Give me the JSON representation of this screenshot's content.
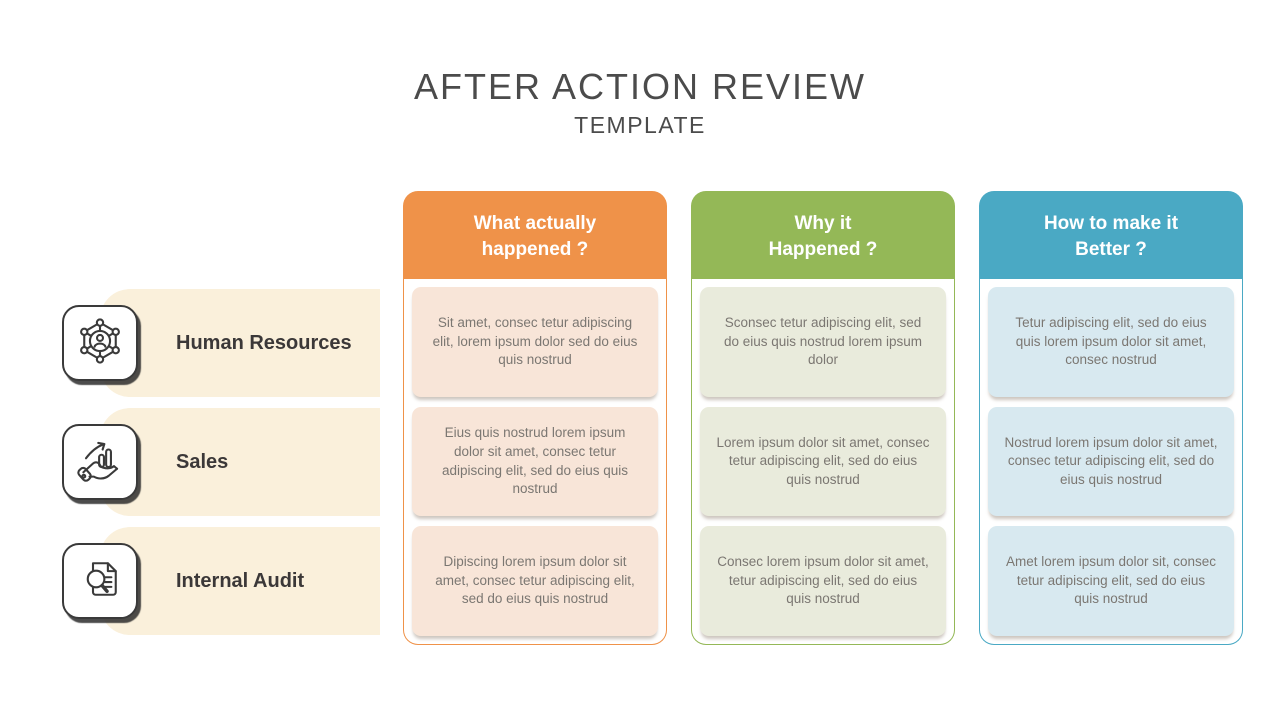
{
  "slide": {
    "title": "AFTER ACTION REVIEW",
    "subtitle": "TEMPLATE"
  },
  "rows": [
    {
      "label": "Human Resources",
      "icon": "hr-network-icon"
    },
    {
      "label": "Sales",
      "icon": "sales-growth-icon"
    },
    {
      "label": "Internal Audit",
      "icon": "audit-document-search-icon"
    }
  ],
  "columns": [
    {
      "header": "What actually\nhappened ?",
      "accent": "#EF9249",
      "cell_bg": "#F8E5D8",
      "cells": [
        "Sit amet, consec tetur adipiscing elit, lorem ipsum dolor  sed do eius quis nostrud",
        "Eius quis nostrud  lorem ipsum dolor sit amet, consec tetur adipiscing elit, sed do eius quis nostrud",
        "Dipiscing lorem ipsum dolor sit amet, consec tetur adipiscing elit, sed do eius quis nostrud"
      ]
    },
    {
      "header": "Why it\nHappened ?",
      "accent": "#94B857",
      "cell_bg": "#E9EBDC",
      "cells": [
        "Sconsec tetur adipiscing elit, sed do eius quis nostrud lorem ipsum dolor",
        "Lorem ipsum dolor sit amet, consec tetur adipiscing elit, sed do eius quis nostrud",
        "Consec lorem ipsum dolor sit amet, tetur adipiscing elit, sed do eius quis nostrud"
      ]
    },
    {
      "header": "How to make it\nBetter ?",
      "accent": "#4AA9C4",
      "cell_bg": "#D8E9F0",
      "cells": [
        "Tetur adipiscing elit, sed do eius quis lorem ipsum dolor sit amet, consec nostrud",
        "Nostrud lorem ipsum dolor sit amet, consec tetur adipiscing elit, sed do eius quis nostrud",
        "Amet lorem ipsum dolor sit, consec tetur adipiscing elit, sed do eius quis nostrud"
      ]
    }
  ],
  "colors": {
    "background": "#FFFFFF",
    "title_text": "#4B4B4B",
    "row_bar_bg": "#FAF0DB",
    "row_label_text": "#3B3838",
    "icon_stroke": "#3A3A3A",
    "cell_text": "#7B7772",
    "header_text": "#FFFFFF",
    "orange_accent": "#EF9249",
    "green_accent": "#94B857",
    "blue_accent": "#4AA9C4"
  }
}
